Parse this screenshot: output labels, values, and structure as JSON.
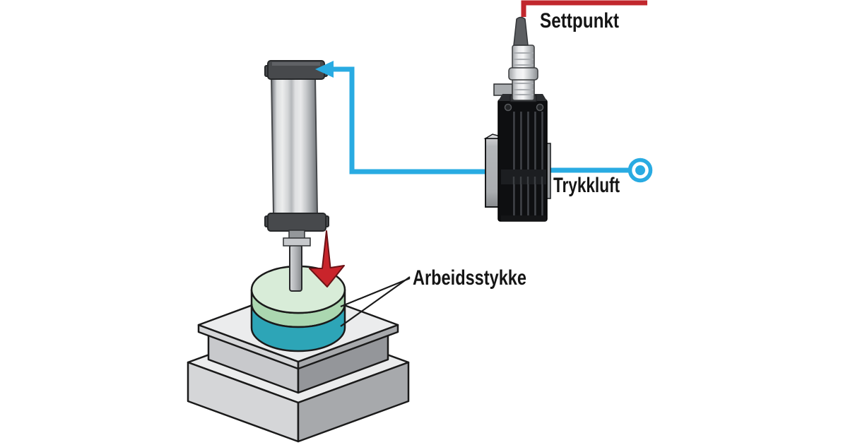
{
  "diagram": {
    "kind": "pneumatic-press-control-schematic",
    "labels": {
      "setpoint": "Settpunkt",
      "compressed_air": "Trykkluft",
      "workpiece": "Arbeidsstykke"
    },
    "colors": {
      "pneumatic_blue": "#29abe2",
      "signal_red": "#c1272d",
      "arrow_red": "#c9242b",
      "arrow_red_outline": "#6d1216",
      "workpiece_top": "#d8ecd8",
      "workpiece_green": "#abd7b0",
      "workpiece_teal": "#2da5b7",
      "outline": "#1a1a1a"
    },
    "components": [
      "pneumatic-cylinder",
      "piston-rod",
      "force-arrow",
      "workpiece-discs",
      "machine-table",
      "proportional-pressure-regulator",
      "setpoint-signal-line",
      "compressed-air-line",
      "air-supply-port"
    ]
  }
}
